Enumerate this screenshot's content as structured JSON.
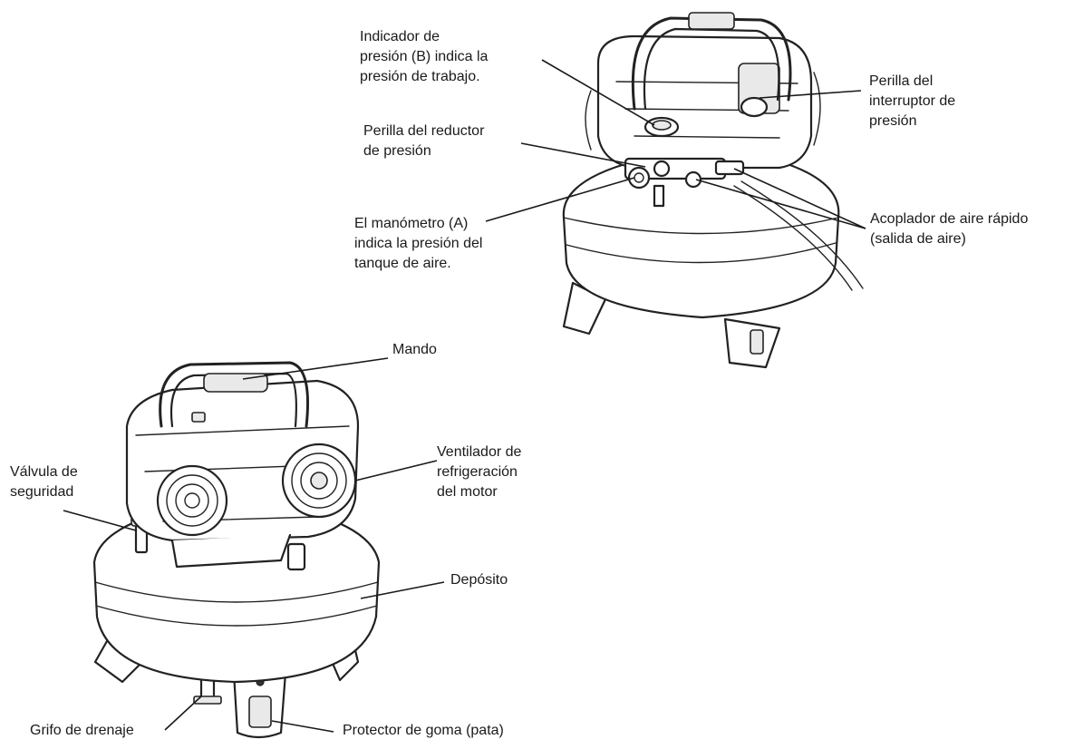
{
  "compressor_top": {
    "labels": {
      "gauge_b": "Indicador de\npresión (B) indica la\npresión de trabajo.",
      "regulator_knob": "Perilla del reductor\nde presión",
      "gauge_a": "El manómetro (A)\nindica la presión del\ntanque de aire.",
      "pressure_switch": "Perilla del\ninterruptor de\npresión",
      "quick_coupler": "Acoplador de aire rápido\n(salida de aire)"
    }
  },
  "compressor_bottom": {
    "labels": {
      "handle": "Mando",
      "safety_valve": "Válvula de\nseguridad",
      "cooling_fan": "Ventilador de\nrefrigeración\ndel motor",
      "tank": "Depósito",
      "drain_valve": "Grifo de drenaje",
      "rubber_foot": "Protector de goma (pata)"
    }
  }
}
